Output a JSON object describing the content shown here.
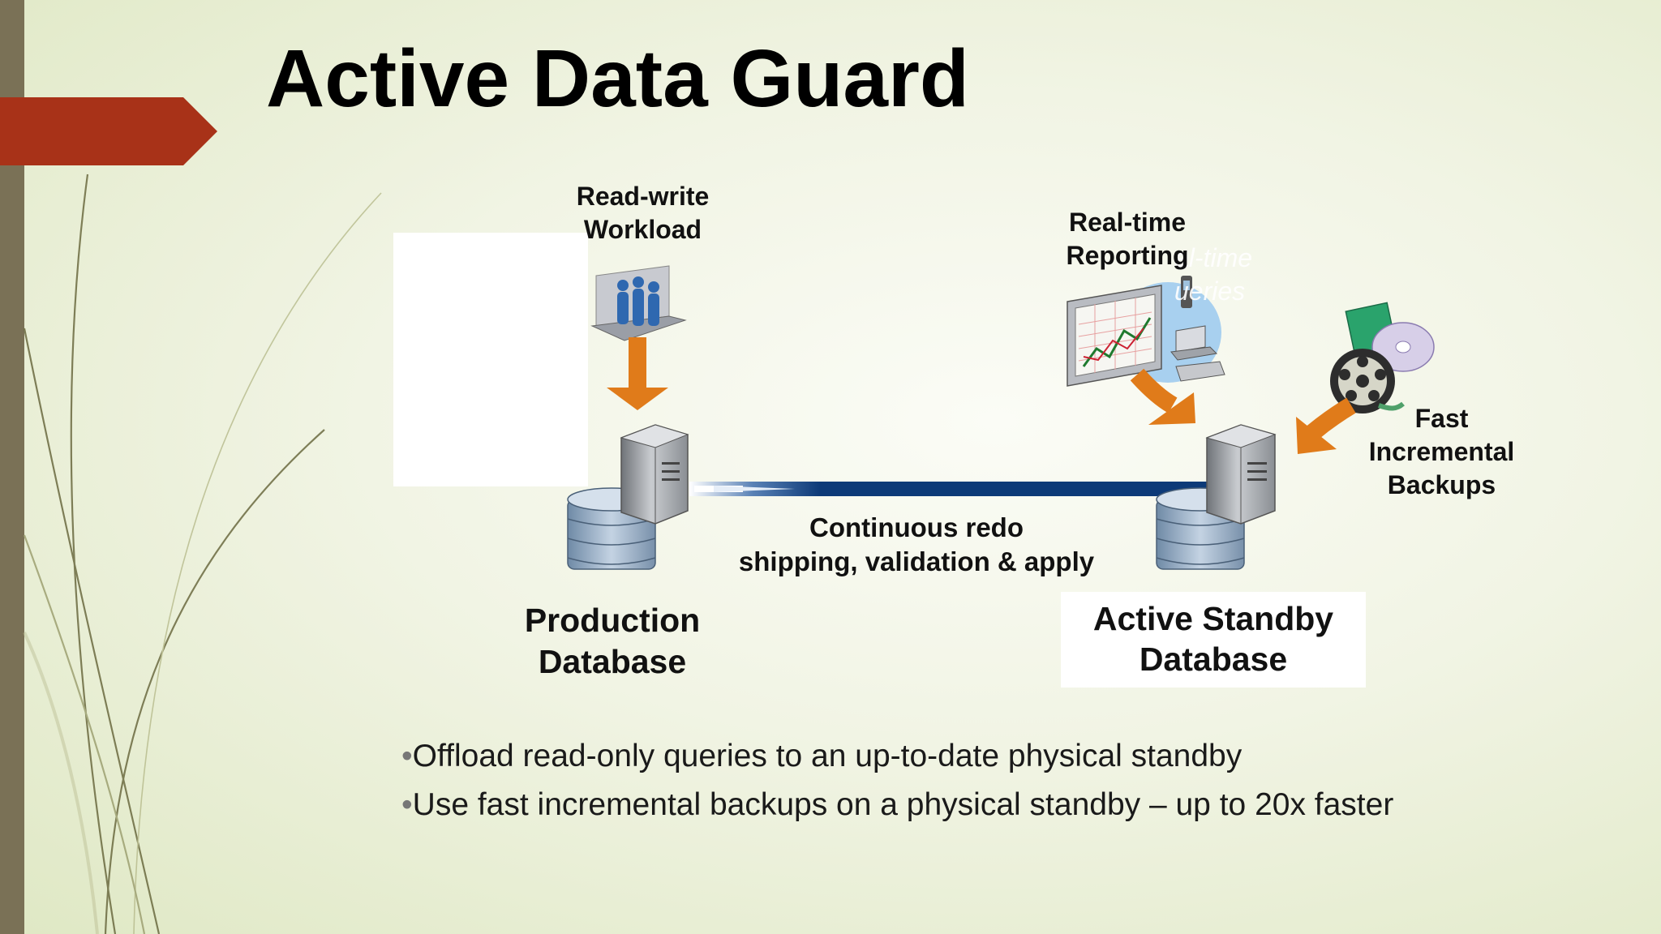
{
  "slide": {
    "title": "Active Data Guard",
    "accent_color": "#a83218",
    "side_bar_color": "#7a7156"
  },
  "diagram": {
    "read_write_label": "Read-write\nWorkload",
    "reporting_label": "Real-time\nReporting",
    "reporting_ghost_label": "al-time\nueries",
    "backups_label": "Fast\nIncremental\nBackups",
    "redo_label": "Continuous redo\nshipping, validation & apply",
    "production_label": "Production\nDatabase",
    "standby_label": "Active Standby\nDatabase",
    "arrow_color": "#e07b1a",
    "redo_line_color": "#0d3a78"
  },
  "bullets": [
    "Offload read-only queries to an up-to-date physical standby",
    "Use fast incremental backups on a physical standby – up to 20x faster"
  ]
}
